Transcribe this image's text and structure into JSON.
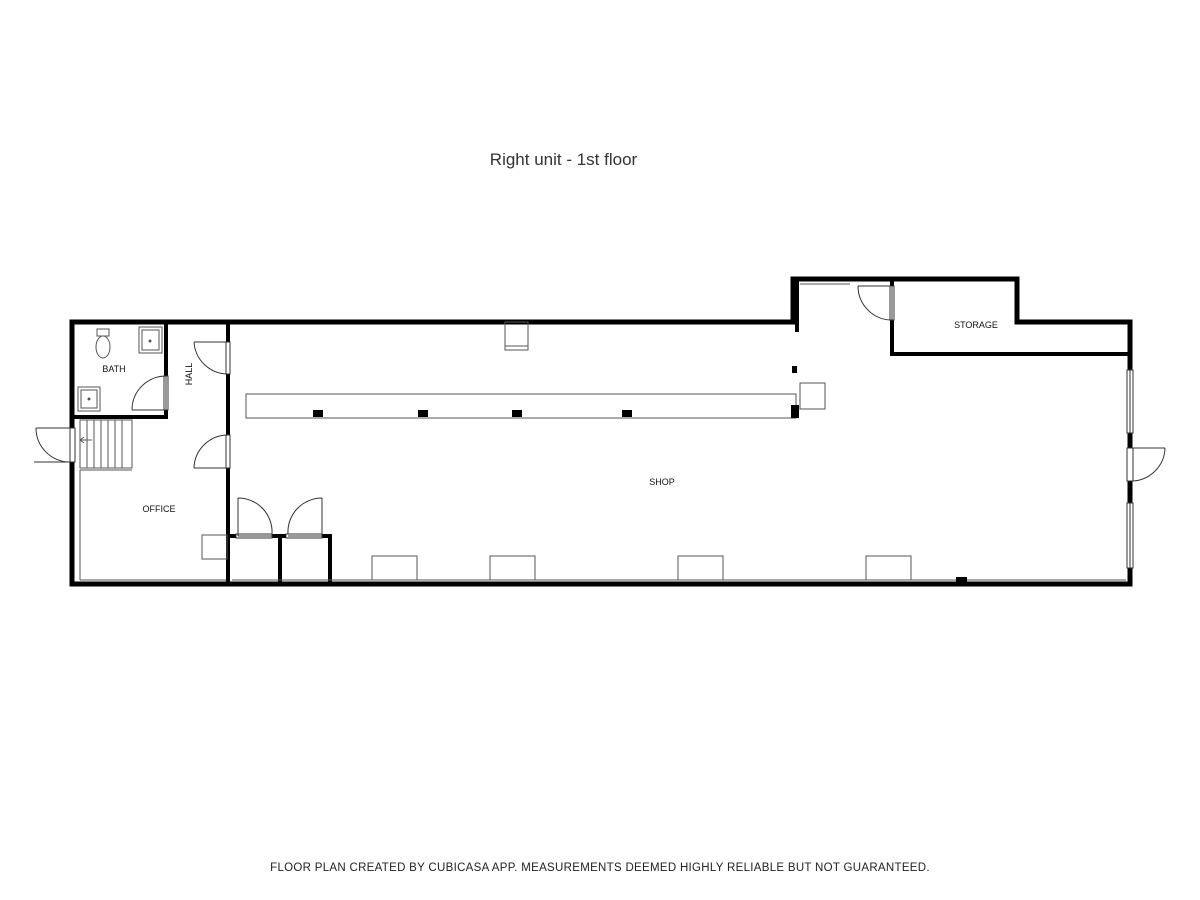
{
  "title": "Right unit - 1st floor",
  "rooms": {
    "bath": "BATH",
    "hall": "HALL",
    "office": "OFFICE",
    "shop": "SHOP",
    "storage": "STORAGE"
  },
  "footer": "FLOOR PLAN CREATED BY CUBICASA APP. MEASUREMENTS DEEMED HIGHLY RELIABLE BUT NOT GUARANTEED.",
  "colors": {
    "wall": "#000000",
    "fixture": "#555555",
    "text": "#111111"
  }
}
